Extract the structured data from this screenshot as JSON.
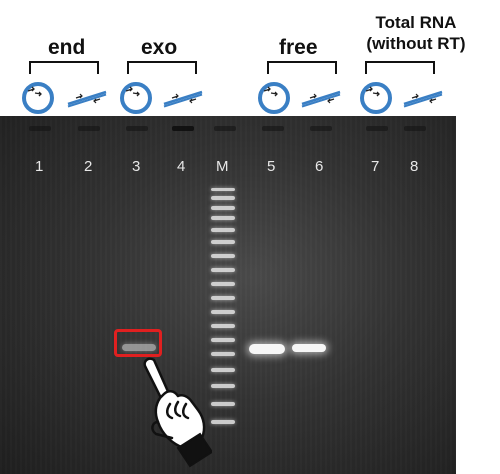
{
  "groups": [
    {
      "label": "end"
    },
    {
      "label": "exo"
    },
    {
      "label": "free"
    },
    {
      "label_line1": "Total RNA",
      "label_line2": "(without RT)"
    }
  ],
  "lanes": [
    "1",
    "2",
    "3",
    "4",
    "M",
    "5",
    "6",
    "7",
    "8"
  ],
  "icons": {
    "circular": "circular-template-icon",
    "linear": "linear-template-icon",
    "hand": "pointing-hand-icon"
  },
  "colors": {
    "icon_blue": "#3a7fc4",
    "highlight": "#e02020",
    "gel_background": "#333333"
  }
}
